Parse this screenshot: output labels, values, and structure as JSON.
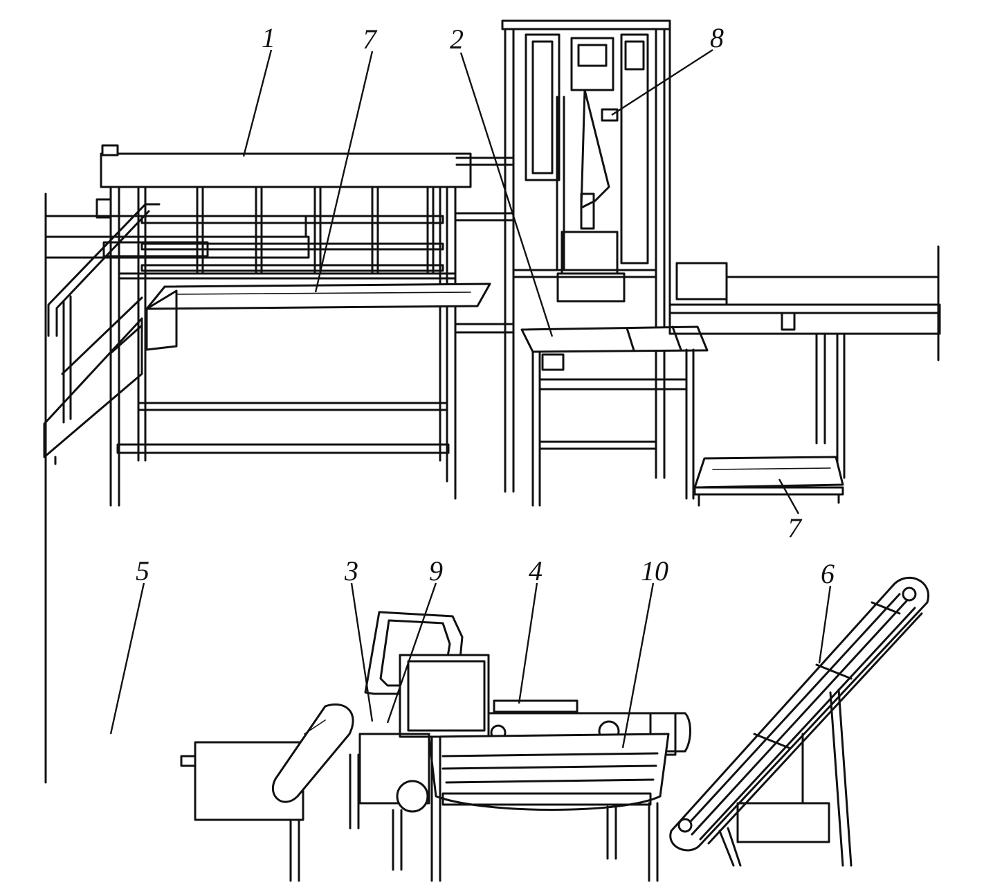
{
  "callouts": [
    {
      "id": "c1",
      "label": "1"
    },
    {
      "id": "c7a",
      "label": "7"
    },
    {
      "id": "c2",
      "label": "2"
    },
    {
      "id": "c8",
      "label": "8"
    },
    {
      "id": "c7b",
      "label": "7"
    },
    {
      "id": "c5",
      "label": "5"
    },
    {
      "id": "c3",
      "label": "3"
    },
    {
      "id": "c9",
      "label": "9"
    },
    {
      "id": "c4",
      "label": "4"
    },
    {
      "id": "c10",
      "label": "10"
    },
    {
      "id": "c6",
      "label": "6"
    }
  ]
}
